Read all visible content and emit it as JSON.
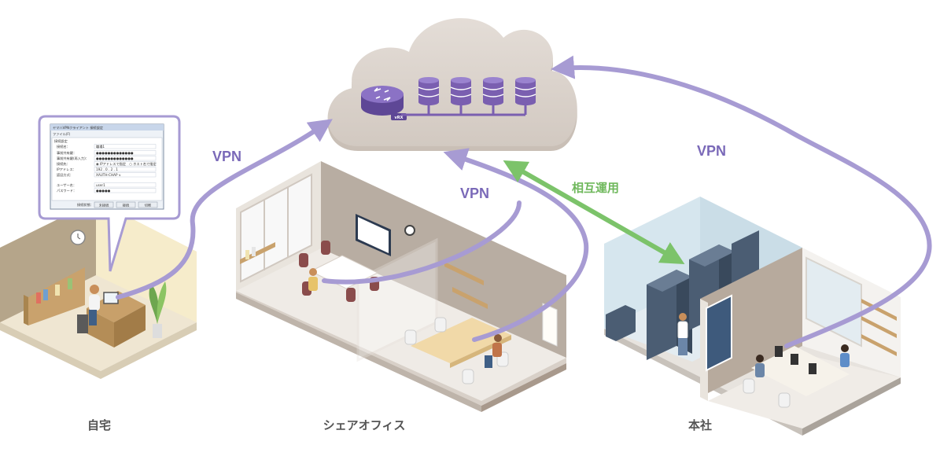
{
  "cloud": {
    "router_label": "vRX"
  },
  "links": {
    "vpn_home": "VPN",
    "vpn_share": "VPN",
    "vpn_hq": "VPN",
    "mutual": "相互運用"
  },
  "locations": {
    "home": "自宅",
    "share_office": "シェアオフィス",
    "headquarters": "本社"
  },
  "vpn_dialog": {
    "title": "ヤマハVPNクライアント 接続設定",
    "menu": "ファイル(F)",
    "section": "接続設定",
    "rows": [
      {
        "label": "接続名：",
        "value": "職場1"
      },
      {
        "label": "事前共有鍵：",
        "value": "●●●●●●●●●●●●●"
      },
      {
        "label": "事前共有鍵(再入力)：",
        "value": "●●●●●●●●●●●●●"
      },
      {
        "label": "接続先：",
        "value": "◉ IPアドレスで指定　○ ホスト名で指定"
      },
      {
        "label": "IPアドレス：",
        "value": "192 . 0 . 2 . 1"
      },
      {
        "label": "認証方式：",
        "value": "XAUTH-CHAP ∨"
      },
      {
        "label": "ユーザー名：",
        "value": "user1"
      },
      {
        "label": "パスワード：",
        "value": "●●●●●"
      }
    ],
    "footer_label": "接続状態：",
    "buttons": [
      "未接続",
      "接続",
      "切断"
    ]
  },
  "colors": {
    "vpn_line": "#a79bd3",
    "vpn_text": "#7a69b8",
    "mutual_arrow": "#7cc36a",
    "router": "#7a5fb0",
    "cloud": "#dcd4cd"
  }
}
